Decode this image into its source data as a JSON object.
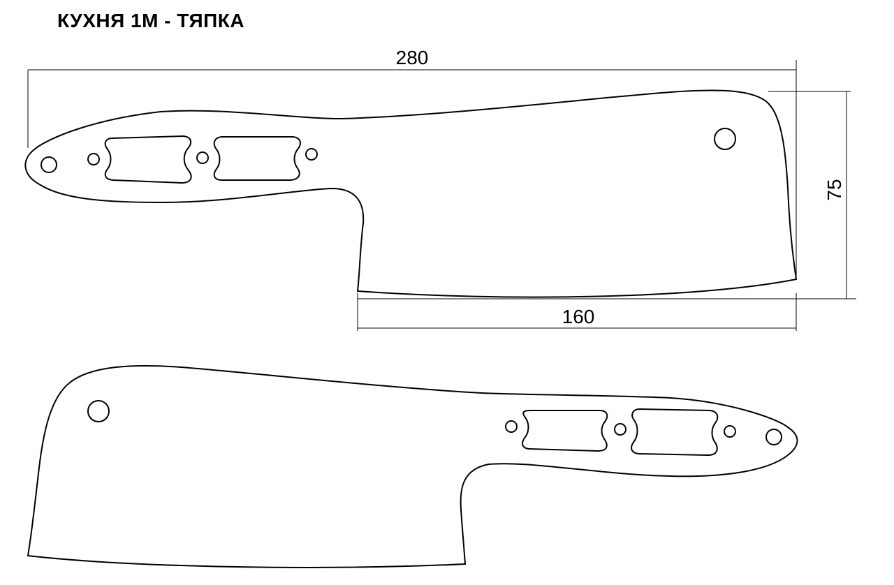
{
  "title": "КУХНЯ 1М - ТЯПКА",
  "dimensions": {
    "overall_length": "280",
    "blade_length": "160",
    "blade_height": "75"
  },
  "colors": {
    "line": "#000000",
    "background": "#ffffff"
  }
}
